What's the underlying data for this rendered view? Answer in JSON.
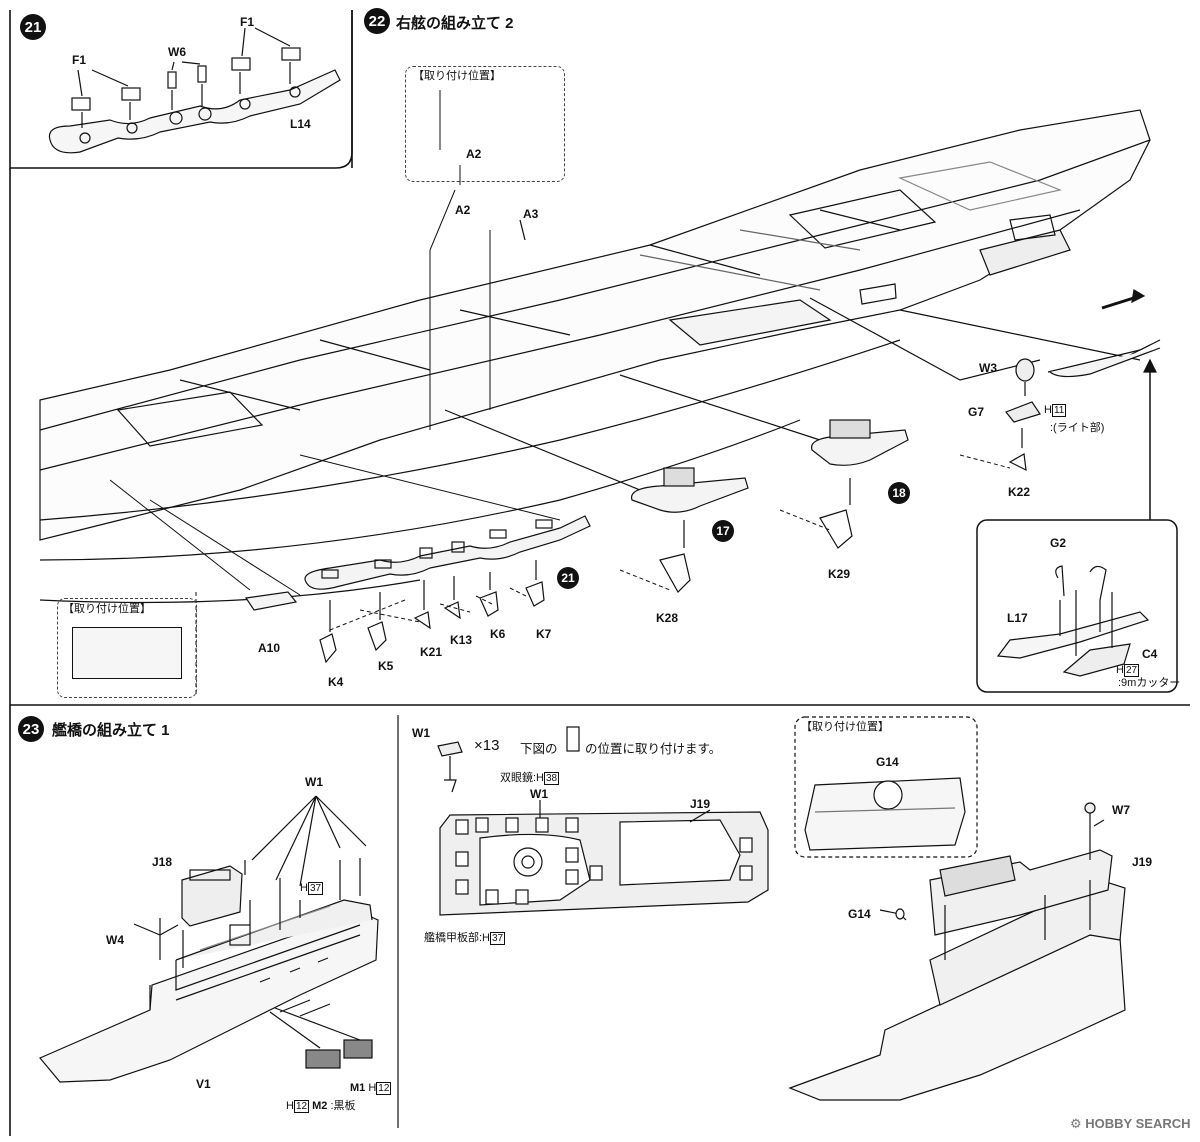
{
  "steps": {
    "s21": {
      "num": "21",
      "labels": {
        "f1a": "F1",
        "f1b": "F1",
        "w6": "W6",
        "l14": "L14"
      }
    },
    "s22": {
      "num": "22",
      "title": "右舷の組み立て 2",
      "inset_title": "【取り付け位置】",
      "inset_label": "A2",
      "labels": {
        "a2": "A2",
        "a3": "A3",
        "w3": "W3",
        "g7": "G7",
        "k22": "K22",
        "h11": "H",
        "h11_num": "11",
        "light": ":(ライト部)",
        "k29": "K29",
        "k28": "K28",
        "c18": "18",
        "c17": "17",
        "c21": "21",
        "a10": "A10",
        "k4": "K4",
        "k5": "K5",
        "k21": "K21",
        "k13": "K13",
        "k6": "K6",
        "k7": "K7"
      },
      "inset2_title": "【取り付け位置】",
      "detail": {
        "g2": "G2",
        "l17": "L17",
        "c4": "C4",
        "h27": "H",
        "h27_num": "27",
        "cutter": ":9mカッター"
      }
    },
    "s23": {
      "num": "23",
      "title": "艦橋の組み立て 1",
      "labels": {
        "w1": "W1",
        "j18": "J18",
        "h37": "H",
        "h37_num": "37",
        "w4": "W4",
        "v1": "V1",
        "m1": "M1",
        "h12a": "H",
        "h12a_num": "12",
        "h12b": "H",
        "h12b_num": "12",
        "m2": "M2",
        "black": ":黒板"
      },
      "mid": {
        "w1": "W1",
        "count": "×13",
        "instruction_pre": "下図の",
        "instruction_post": "の位置に取り付けます。",
        "binoculars": "双眼鏡:H",
        "binoculars_num": "38",
        "w1b": "W1",
        "j19": "J19",
        "deck": "艦橋甲板部:H",
        "deck_num": "37"
      },
      "right": {
        "inset_title": "【取り付け位置】",
        "g14a": "G14",
        "w7": "W7",
        "j19": "J19",
        "g14b": "G14"
      }
    }
  },
  "watermark": "HOBBY SEARCH"
}
